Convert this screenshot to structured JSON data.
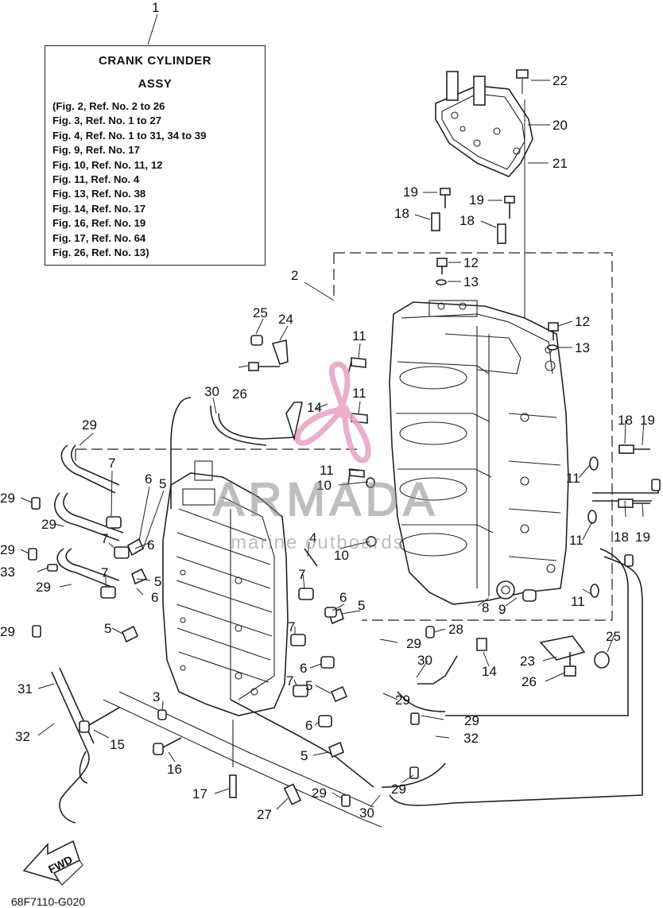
{
  "assembly": {
    "ref_no": "1",
    "title": "CRANK CYLINDER",
    "subtitle": "ASSY",
    "refs": [
      "(Fig. 2, Ref. No. 2 to 26",
      " Fig. 3, Ref. No. 1 to 27",
      " Fig. 4, Ref. No. 1 to 31, 34 to 39",
      " Fig. 9, Ref. No. 17",
      " Fig. 10, Ref. No. 11, 12",
      " Fig. 11, Ref. No. 4",
      " Fig. 13, Ref. No. 38",
      " Fig. 14, Ref. No. 17",
      " Fig. 16, Ref. No. 19",
      " Fig. 17, Ref. No. 64",
      " Fig. 26, Ref. No. 13)"
    ]
  },
  "callouts": [
    {
      "id": "c1",
      "text": "1"
    },
    {
      "id": "c2",
      "text": "2"
    },
    {
      "id": "c22",
      "text": "22"
    },
    {
      "id": "c20",
      "text": "20"
    },
    {
      "id": "c21",
      "text": "21"
    },
    {
      "id": "c19a",
      "text": "19"
    },
    {
      "id": "c19b",
      "text": "19"
    },
    {
      "id": "c18a",
      "text": "18"
    },
    {
      "id": "c18b",
      "text": "18"
    },
    {
      "id": "c12a",
      "text": "12"
    },
    {
      "id": "c13a",
      "text": "13"
    },
    {
      "id": "c12b",
      "text": "12"
    },
    {
      "id": "c13b",
      "text": "13"
    },
    {
      "id": "c25a",
      "text": "25"
    },
    {
      "id": "c24",
      "text": "24"
    },
    {
      "id": "c11a",
      "text": "11"
    },
    {
      "id": "c26a",
      "text": "26"
    },
    {
      "id": "c11b",
      "text": "11"
    },
    {
      "id": "c30a",
      "text": "30"
    },
    {
      "id": "c14a",
      "text": "14"
    },
    {
      "id": "c29a",
      "text": "29"
    },
    {
      "id": "c18c",
      "text": "18"
    },
    {
      "id": "c19c",
      "text": "19"
    },
    {
      "id": "c7a",
      "text": "7"
    },
    {
      "id": "c11c",
      "text": "11"
    },
    {
      "id": "c6a",
      "text": "6"
    },
    {
      "id": "c5a",
      "text": "5"
    },
    {
      "id": "c11d",
      "text": "11"
    },
    {
      "id": "c29b",
      "text": "29"
    },
    {
      "id": "c10a",
      "text": "10"
    },
    {
      "id": "c29c",
      "text": "29"
    },
    {
      "id": "c6b",
      "text": "6"
    },
    {
      "id": "c18d",
      "text": "18"
    },
    {
      "id": "c19d",
      "text": "19"
    },
    {
      "id": "c11e",
      "text": "11"
    },
    {
      "id": "c29d",
      "text": "29"
    },
    {
      "id": "c7b",
      "text": "7"
    },
    {
      "id": "c4",
      "text": "4"
    },
    {
      "id": "c10b",
      "text": "10"
    },
    {
      "id": "c33",
      "text": "33"
    },
    {
      "id": "c5b",
      "text": "5"
    },
    {
      "id": "c7c",
      "text": "7"
    },
    {
      "id": "c29e",
      "text": "29"
    },
    {
      "id": "c7d",
      "text": "7"
    },
    {
      "id": "c6c",
      "text": "6"
    },
    {
      "id": "c6d",
      "text": "6"
    },
    {
      "id": "c5c",
      "text": "5"
    },
    {
      "id": "c11f",
      "text": "11"
    },
    {
      "id": "c8",
      "text": "8"
    },
    {
      "id": "c9",
      "text": "9"
    },
    {
      "id": "c7e",
      "text": "7"
    },
    {
      "id": "c29f",
      "text": "29"
    },
    {
      "id": "c5d",
      "text": "5"
    },
    {
      "id": "c28",
      "text": "28"
    },
    {
      "id": "c25b",
      "text": "25"
    },
    {
      "id": "c29g",
      "text": "29"
    },
    {
      "id": "c30b",
      "text": "30"
    },
    {
      "id": "c23",
      "text": "23"
    },
    {
      "id": "c14b",
      "text": "14"
    },
    {
      "id": "c6e",
      "text": "6"
    },
    {
      "id": "c26b",
      "text": "26"
    },
    {
      "id": "c7f",
      "text": "7"
    },
    {
      "id": "c5e",
      "text": "5"
    },
    {
      "id": "c31",
      "text": "31"
    },
    {
      "id": "c29h",
      "text": "29"
    },
    {
      "id": "c3",
      "text": "3"
    },
    {
      "id": "c29i",
      "text": "29"
    },
    {
      "id": "c6f",
      "text": "6"
    },
    {
      "id": "c32a",
      "text": "32"
    },
    {
      "id": "c15",
      "text": "15"
    },
    {
      "id": "c32b",
      "text": "32"
    },
    {
      "id": "c16",
      "text": "16"
    },
    {
      "id": "c5f",
      "text": "5"
    },
    {
      "id": "c29j",
      "text": "29"
    },
    {
      "id": "c17",
      "text": "17"
    },
    {
      "id": "c29k",
      "text": "29"
    },
    {
      "id": "c27",
      "text": "27"
    },
    {
      "id": "c30c",
      "text": "30"
    }
  ],
  "watermark": {
    "brand": "ARMADA",
    "tagline": "marine outboards"
  },
  "fwd_label": "FWD",
  "drawing_code": "68F7110-G020",
  "colors": {
    "ink": "#222222",
    "watermark_pink": "#e8a0c4",
    "watermark_gray": "#8a8a8a",
    "background": "#ffffff"
  }
}
